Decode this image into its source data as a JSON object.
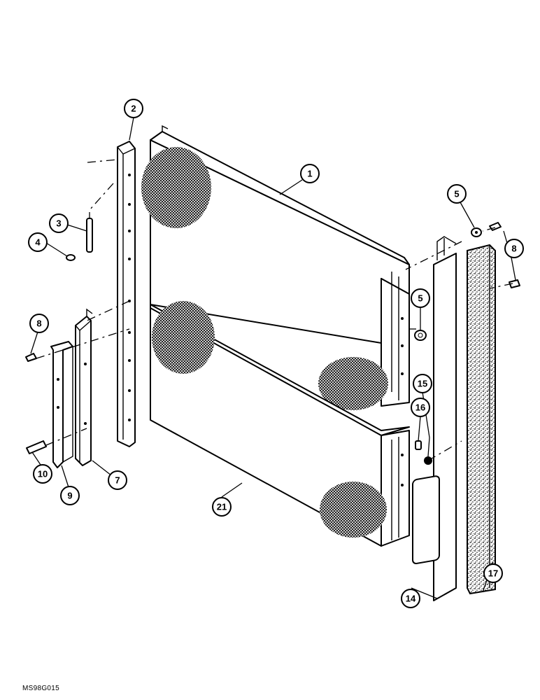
{
  "figure_code": "MS98G015",
  "callouts": [
    {
      "id": "c2",
      "label": "2"
    },
    {
      "id": "c1",
      "label": "1"
    },
    {
      "id": "c3",
      "label": "3"
    },
    {
      "id": "c4",
      "label": "4"
    },
    {
      "id": "c5a",
      "label": "5"
    },
    {
      "id": "c8a",
      "label": "8"
    },
    {
      "id": "c5b",
      "label": "5"
    },
    {
      "id": "c8b",
      "label": "8"
    },
    {
      "id": "c15",
      "label": "15"
    },
    {
      "id": "c16",
      "label": "16"
    },
    {
      "id": "c10",
      "label": "10"
    },
    {
      "id": "c9",
      "label": "9"
    },
    {
      "id": "c7",
      "label": "7"
    },
    {
      "id": "c21",
      "label": "21"
    },
    {
      "id": "c14",
      "label": "14"
    },
    {
      "id": "c17",
      "label": "17"
    }
  ]
}
